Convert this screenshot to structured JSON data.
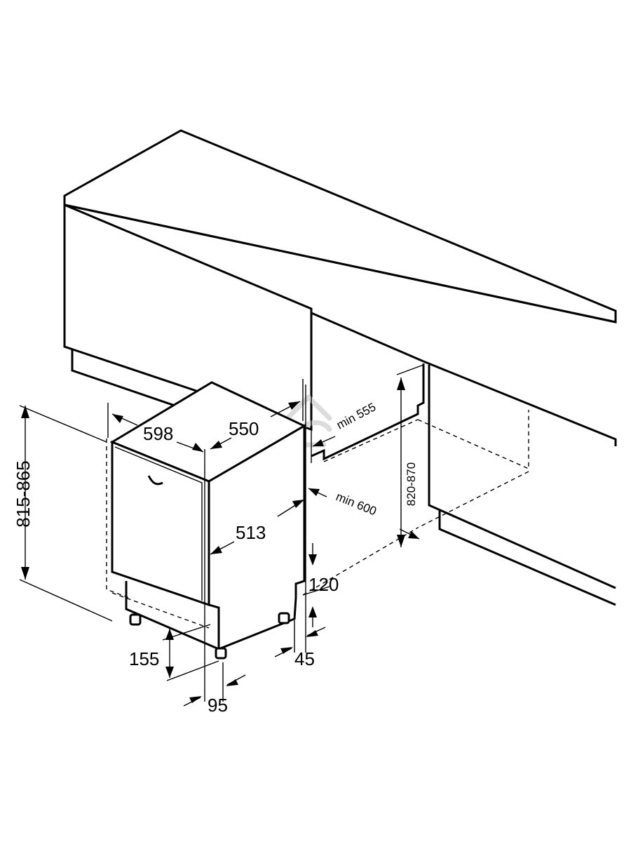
{
  "dimensions": {
    "height_range": "815-865",
    "width": "598",
    "depth": "550",
    "inner_depth": "513",
    "plinth_depth": "155",
    "foot_offset": "95",
    "toe_kick": "120",
    "foot_height": "45",
    "niche_depth": "min 555",
    "niche_width": "min 600",
    "niche_height": "820-870"
  },
  "icons": {
    "watermark": "home-watermark-icon"
  }
}
